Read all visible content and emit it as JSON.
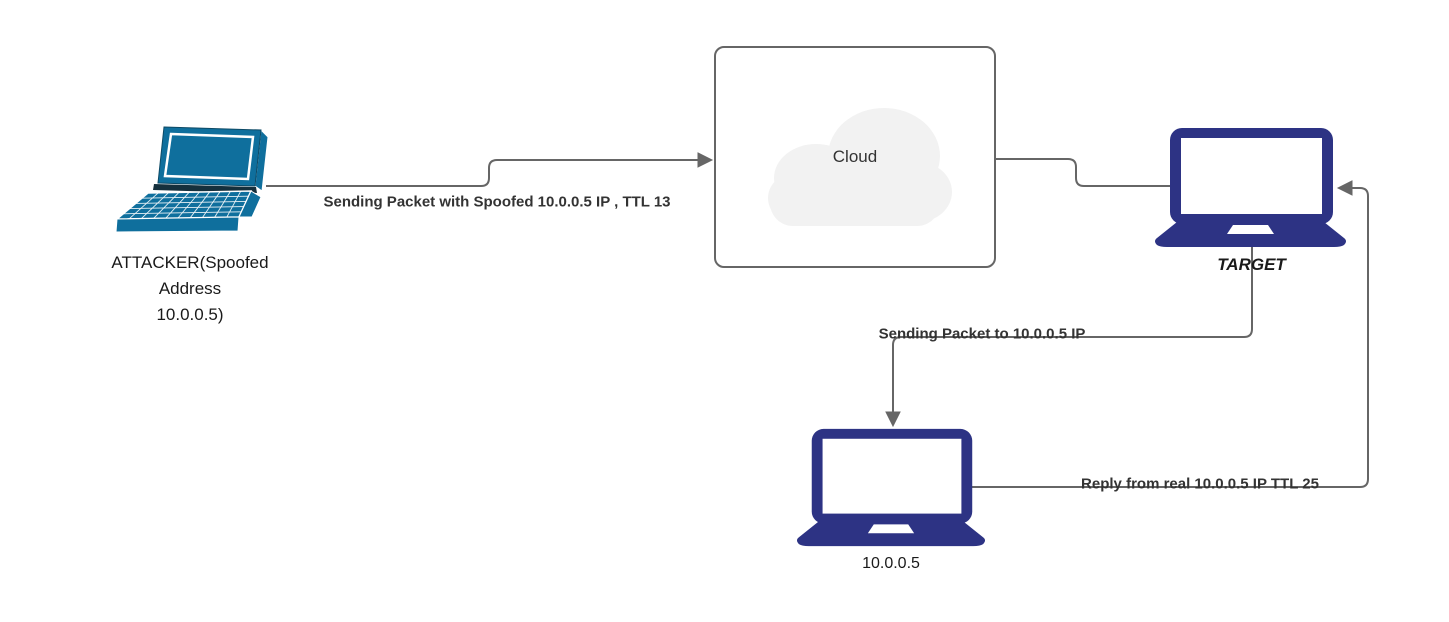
{
  "colors": {
    "background": "#ffffff",
    "connector": "#666666",
    "edge_label": "#333333",
    "node_label": "#1a1a1a",
    "attacker_laptop": "#0F6F9D",
    "navy_laptop": "#2D3384",
    "cloud_fill": "#F2F2F2",
    "cloud_box_border": "#666666",
    "cloud_box_bg": "#ffffff"
  },
  "nodes": {
    "attacker": {
      "label_lines": [
        "ATTACKER(Spoofed",
        "Address",
        "10.0.0.5)"
      ]
    },
    "cloud": {
      "label": "Cloud"
    },
    "target": {
      "label": "TARGET"
    },
    "real_host": {
      "label": "10.0.0.5"
    }
  },
  "edges": {
    "attacker_to_cloud": {
      "label": "Sending Packet with Spoofed 10.0.0.5 IP , TTL 13"
    },
    "target_to_real_host": {
      "label": "Sending Packet to 10.0.0.5 IP"
    },
    "real_host_to_target": {
      "label": "Reply from real 10.0.0.5 IP TTL 25"
    }
  }
}
